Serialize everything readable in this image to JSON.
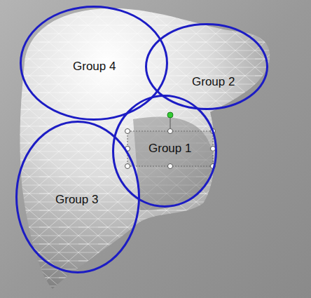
{
  "diagram": {
    "nodes": [
      {
        "text": [
          "Group 4"
        ]
      },
      {
        "text": [
          "Group 2"
        ]
      },
      {
        "text": [
          "Group 1"
        ]
      },
      {
        "text": [
          "Group 3"
        ]
      }
    ]
  }
}
